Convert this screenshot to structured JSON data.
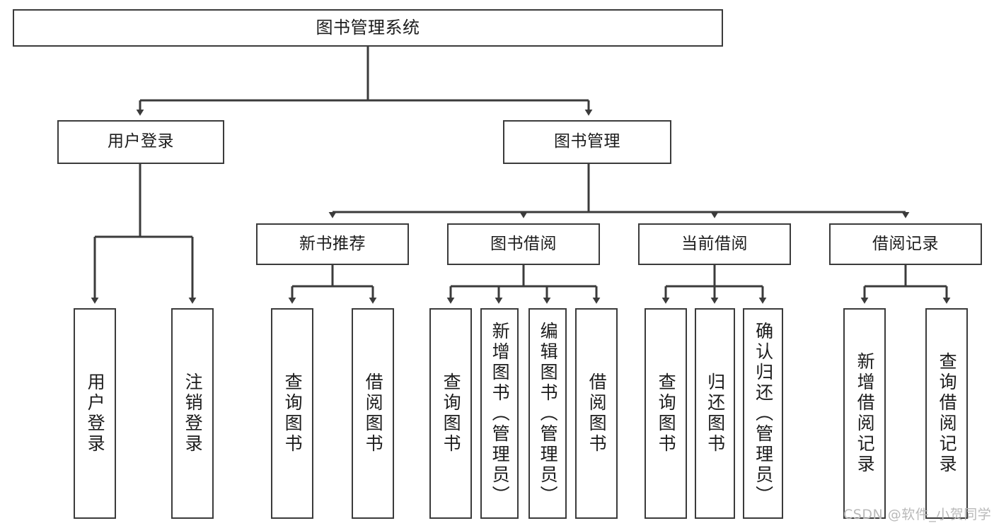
{
  "diagram": {
    "title_text": "图书管理系统",
    "type": "tree-hierarchy-diagram",
    "stroke_color": "#3b3b3b",
    "fill_color": "#ffffff",
    "text_color": "#1c1c1c",
    "watermark": "CSDN @软件_小贺同学",
    "watermark_color": "#b9b9b9"
  },
  "nodes": {
    "root": {
      "label": "图书管理系统"
    },
    "level2": [
      {
        "label": "用户登录"
      },
      {
        "label": "图书管理"
      }
    ],
    "level3": [
      {
        "label": "新书推荐"
      },
      {
        "label": "图书借阅"
      },
      {
        "label": "当前借阅"
      },
      {
        "label": "借阅记录"
      }
    ],
    "leaves": {
      "user_login": [
        {
          "label": "用户登录"
        },
        {
          "label": "注销登录"
        }
      ],
      "new_book_recommend": [
        {
          "label": "查询图书"
        },
        {
          "label": "借阅图书"
        }
      ],
      "book_borrow": [
        {
          "label": "查询图书"
        },
        {
          "label": "新增图书（管理员）"
        },
        {
          "label": "编辑图书（管理员）"
        },
        {
          "label": "借阅图书"
        }
      ],
      "current_borrow": [
        {
          "label": "查询图书"
        },
        {
          "label": "归还图书"
        },
        {
          "label": "确认归还（管理员）"
        }
      ],
      "borrow_record": [
        {
          "label": "新增借阅记录"
        },
        {
          "label": "查询借阅记录"
        }
      ]
    }
  }
}
